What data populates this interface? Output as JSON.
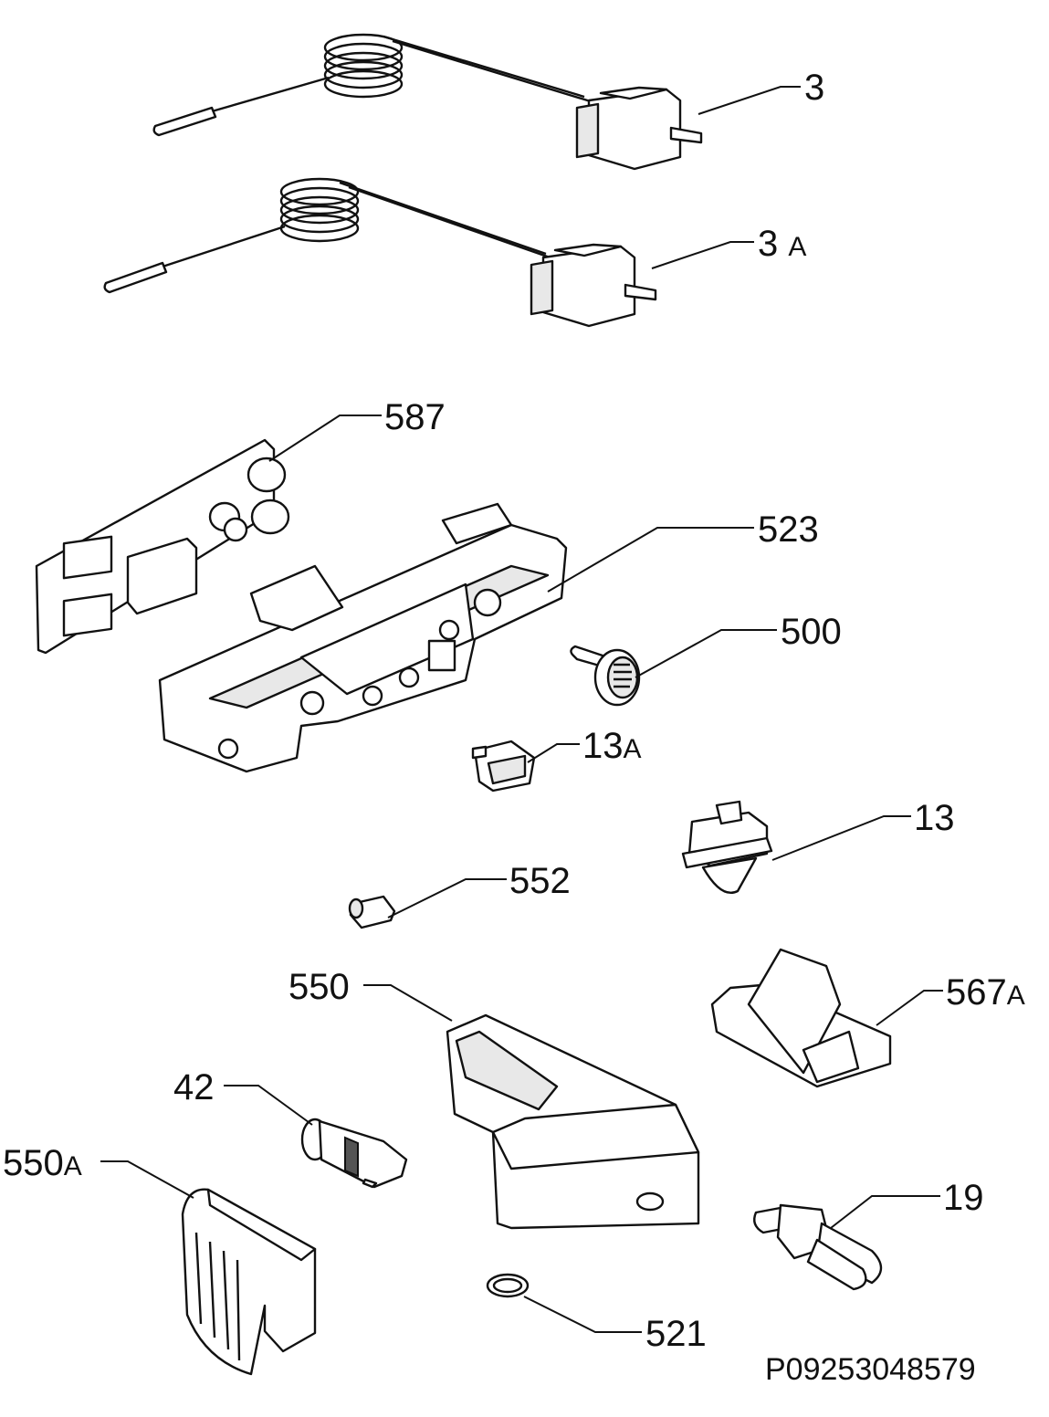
{
  "diagram": {
    "document_number": "P09253048579",
    "callouts": [
      {
        "id": "3",
        "main": "3",
        "suffix": ""
      },
      {
        "id": "3a",
        "main": "3 ",
        "suffix": "A"
      },
      {
        "id": "587",
        "main": "587",
        "suffix": ""
      },
      {
        "id": "523",
        "main": "523",
        "suffix": ""
      },
      {
        "id": "500",
        "main": "500",
        "suffix": ""
      },
      {
        "id": "13a",
        "main": "13",
        "suffix": "A"
      },
      {
        "id": "13",
        "main": "13",
        "suffix": ""
      },
      {
        "id": "552",
        "main": "552",
        "suffix": ""
      },
      {
        "id": "550",
        "main": "550",
        "suffix": ""
      },
      {
        "id": "567a",
        "main": "567",
        "suffix": "A"
      },
      {
        "id": "42",
        "main": "42",
        "suffix": ""
      },
      {
        "id": "550a",
        "main": "550",
        "suffix": "A"
      },
      {
        "id": "19",
        "main": "19",
        "suffix": ""
      },
      {
        "id": "521",
        "main": "521",
        "suffix": ""
      }
    ]
  }
}
